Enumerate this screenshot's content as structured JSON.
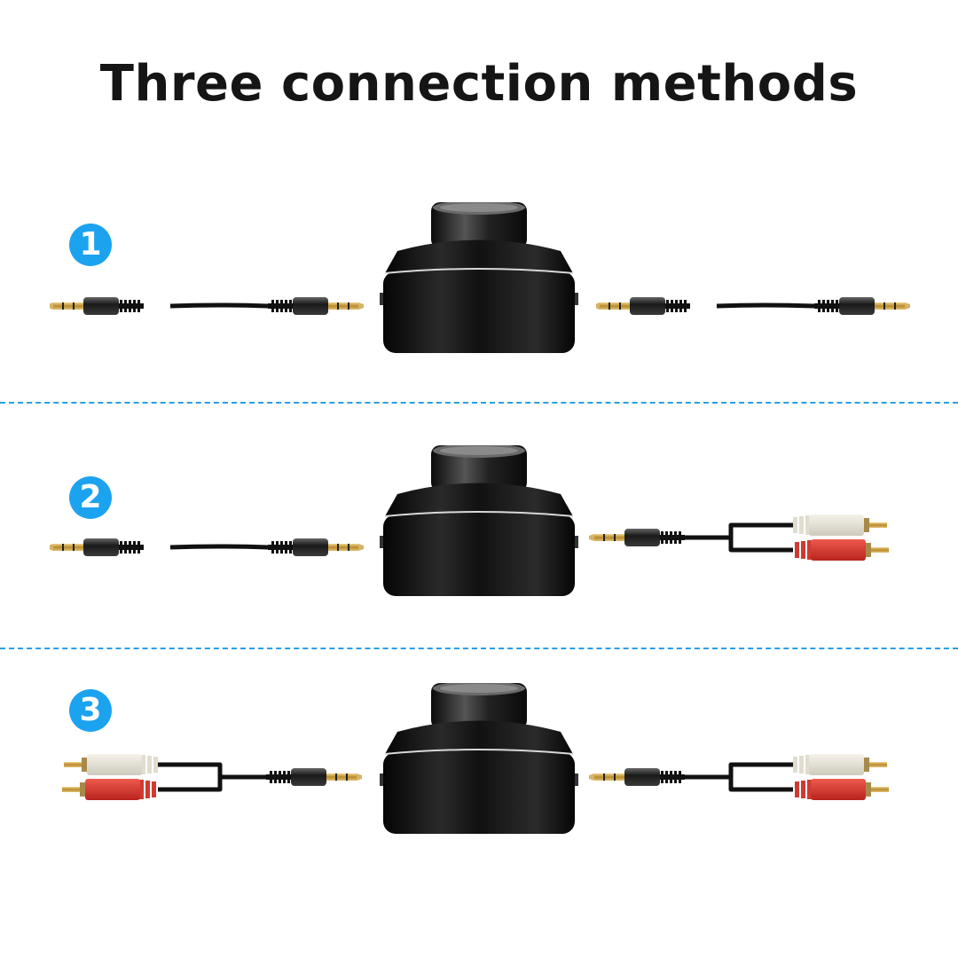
{
  "title": "Three connection methods",
  "colors": {
    "badge": "#1ca3f0",
    "divider": "#2a9ee6",
    "rca_white": "#e6e2d8",
    "rca_red": "#d8332c",
    "gold": "#c9a24a"
  },
  "methods": [
    {
      "number": "1",
      "left_cable": "3.5mm-aux-to-3.5mm-aux",
      "device": "bluetooth-adapter",
      "right_cable": "3.5mm-aux-to-3.5mm-aux"
    },
    {
      "number": "2",
      "left_cable": "3.5mm-aux-to-3.5mm-aux",
      "device": "bluetooth-adapter",
      "right_cable": "3.5mm-to-2rca"
    },
    {
      "number": "3",
      "left_cable": "2rca-to-3.5mm",
      "device": "bluetooth-adapter",
      "right_cable": "3.5mm-to-2rca"
    }
  ]
}
